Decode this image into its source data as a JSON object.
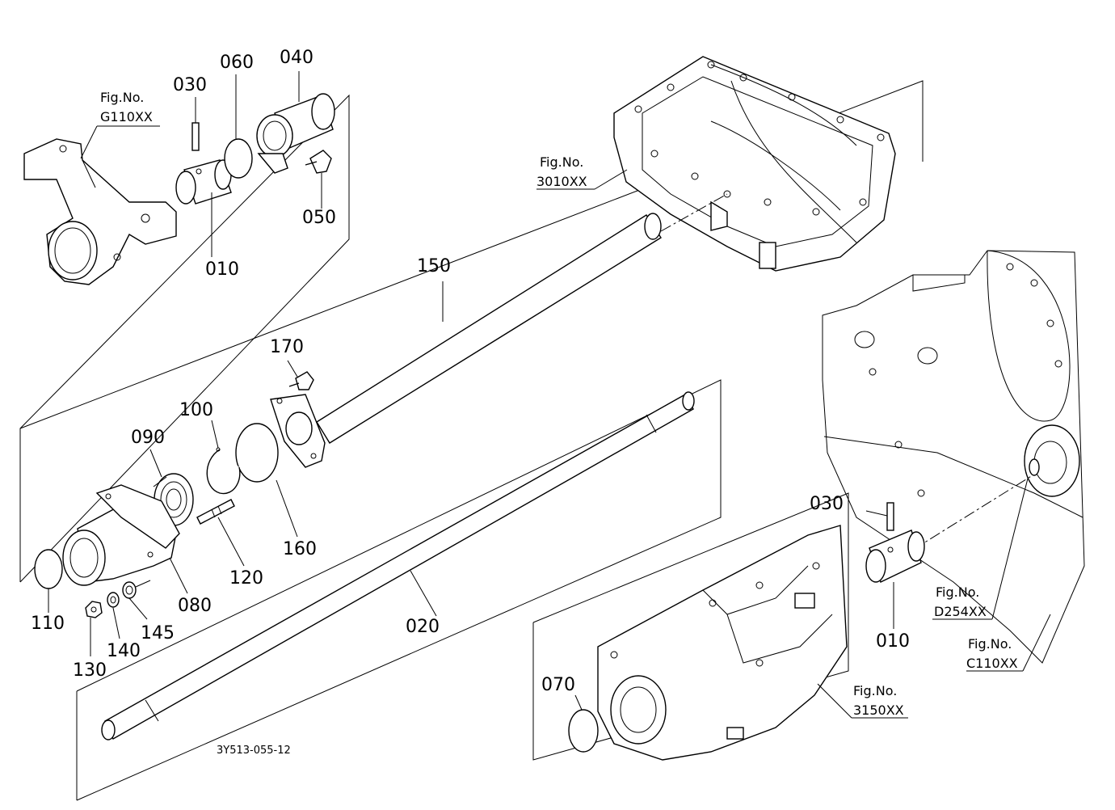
{
  "callouts": {
    "p010_top": "010",
    "p030_top": "030",
    "p060": "060",
    "p040": "040",
    "p050": "050",
    "p150": "150",
    "p170": "170",
    "p100": "100",
    "p090": "090",
    "p160": "160",
    "p120": "120",
    "p080": "080",
    "p110": "110",
    "p130": "130",
    "p140": "140",
    "p145": "145",
    "p020": "020",
    "p030_right": "030",
    "p010_right": "010",
    "p070": "070"
  },
  "figure_refs": {
    "g110": {
      "label": "Fig.No.",
      "code": "G110XX"
    },
    "f3010": {
      "label": "Fig.No.",
      "code": "3010XX"
    },
    "d254": {
      "label": "Fig.No.",
      "code": "D254XX"
    },
    "c110": {
      "label": "Fig.No.",
      "code": "C110XX"
    },
    "f3150": {
      "label": "Fig.No.",
      "code": "3150XX"
    }
  },
  "drawing_code": "3Y513-055-12"
}
